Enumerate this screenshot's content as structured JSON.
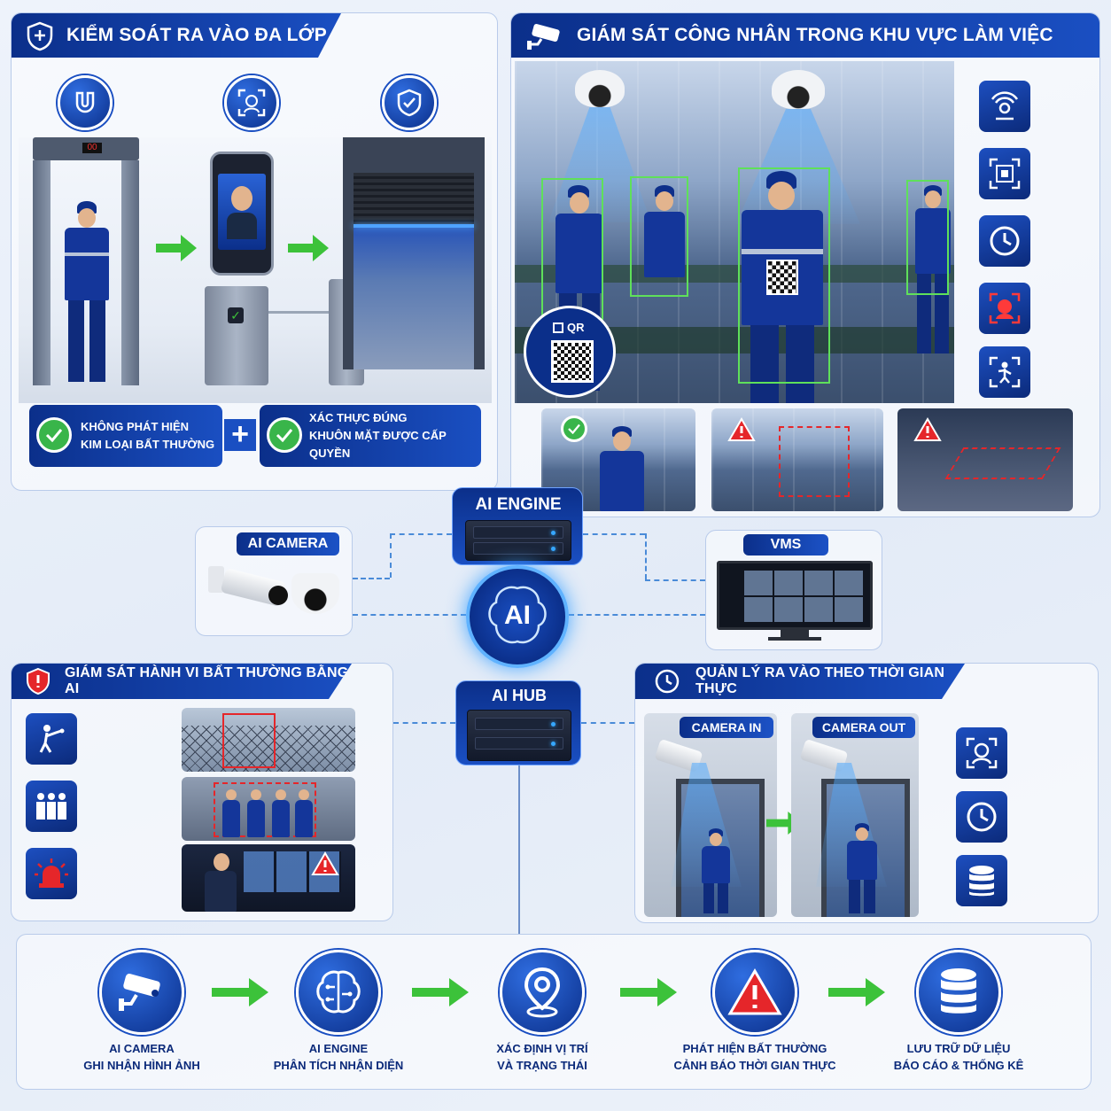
{
  "panels": {
    "access": {
      "title": "KIỂM SOÁT RA VÀO ĐA LỚP",
      "status_1_line1": "KHÔNG PHÁT HIỆN",
      "status_1_line2": "KIM LOẠI BẤT THƯỜNG",
      "status_2_line1": "XÁC THỰC ĐÚNG",
      "status_2_line2": "KHUÔN MẶT ĐƯỢC CẤP QUYỀN",
      "plus": "+"
    },
    "monitor": {
      "title": "GIÁM SÁT CÔNG NHÂN TRONG KHU VỰC LÀM VIỆC",
      "qr_label": "QR"
    },
    "behavior": {
      "title": "GIÁM SÁT HÀNH VI BẤT THƯỜNG BẰNG AI"
    },
    "realtime": {
      "title": "QUẢN LÝ RA VÀO THEO THỜI GIAN THỰC",
      "camera_in": "CAMERA IN",
      "camera_out": "CAMERA OUT"
    }
  },
  "hub": {
    "ai_engine": "AI ENGINE",
    "ai_camera": "AI CAMERA",
    "vms": "VMS",
    "ai_core": "AI",
    "ai_hub": "AI HUB"
  },
  "flow": {
    "steps": [
      {
        "line1": "AI CAMERA",
        "line2": "GHI NHẬN HÌNH ẢNH",
        "icon": "cctv-camera-icon"
      },
      {
        "line1": "AI ENGINE",
        "line2": "PHÂN TÍCH NHẬN DIỆN",
        "icon": "brain-icon"
      },
      {
        "line1": "XÁC ĐỊNH VỊ TRÍ",
        "line2": "VÀ TRẠNG THÁI",
        "icon": "location-pin-icon"
      },
      {
        "line1": "PHÁT HIỆN BẤT THƯỜNG",
        "line2": "CẢNH BÁO THỜI GIAN THỰC",
        "icon": "warning-icon"
      },
      {
        "line1": "LƯU TRỮ DỮ LIỆU",
        "line2": "BÁO CÁO & THỐNG KÊ",
        "icon": "database-icon"
      }
    ]
  },
  "colors": {
    "primary": "#0b2f8a",
    "accent": "#1a4fc2",
    "success": "#39b54a",
    "alert": "#e5262a",
    "arrow": "#3cc23a"
  }
}
